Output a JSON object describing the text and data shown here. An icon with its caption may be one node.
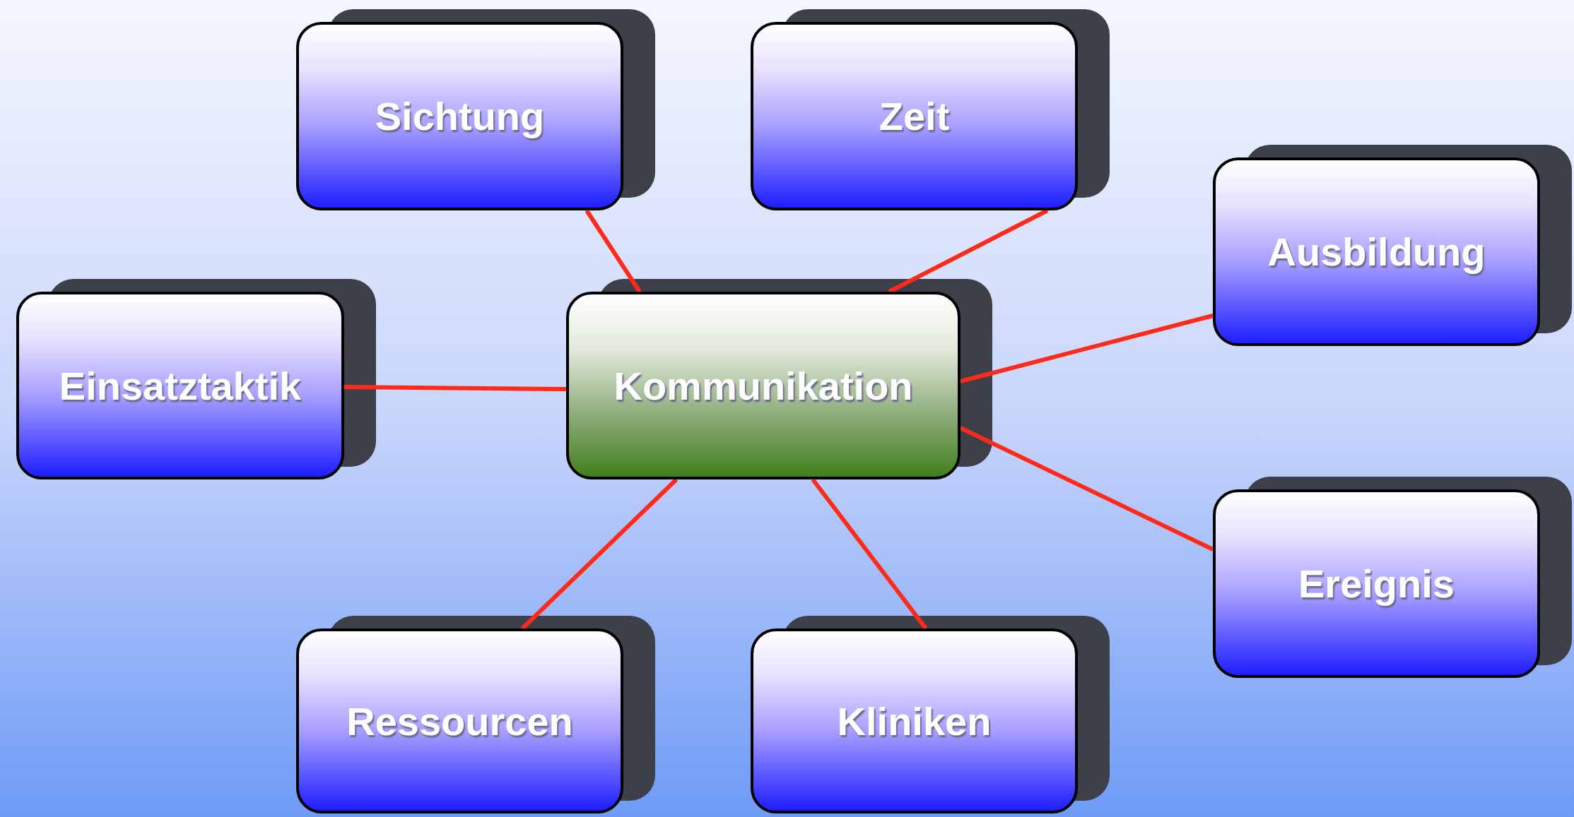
{
  "diagram": {
    "nodes": [
      {
        "text": [
          "Sichtung"
        ]
      },
      {
        "text": [
          "Zeit"
        ]
      },
      {
        "text": [
          "Ausbildung"
        ]
      },
      {
        "text": [
          "Einsatztaktik"
        ]
      },
      {
        "text": [
          "Kommunikation"
        ]
      },
      {
        "text": [
          "Ereignis"
        ]
      },
      {
        "text": [
          "Ressourcen"
        ]
      },
      {
        "text": [
          "Kliniken"
        ]
      }
    ],
    "edges": [
      {
        "from": 4,
        "to": 0,
        "arrow": "none"
      },
      {
        "from": 4,
        "to": 1,
        "arrow": "none"
      },
      {
        "from": 4,
        "to": 2,
        "arrow": "none"
      },
      {
        "from": 4,
        "to": 3,
        "arrow": "none"
      },
      {
        "from": 4,
        "to": 5,
        "arrow": "none"
      },
      {
        "from": 4,
        "to": 6,
        "arrow": "none"
      },
      {
        "from": 4,
        "to": 7,
        "arrow": "none"
      }
    ]
  }
}
